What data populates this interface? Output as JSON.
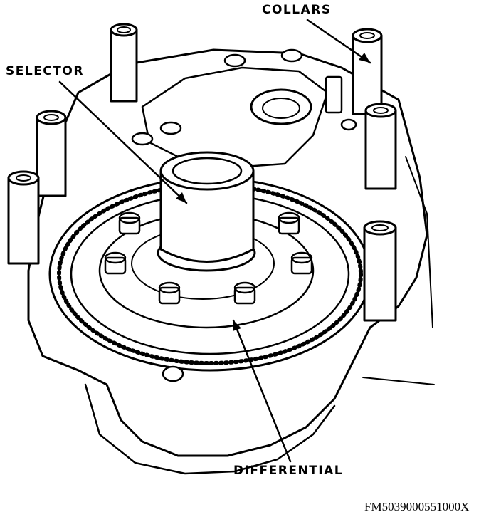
{
  "labels": {
    "collars": "COLLARS",
    "selector": "SELECTOR",
    "differential": "DIFFERENTIAL"
  },
  "figure_id": "FM5039000551000X"
}
